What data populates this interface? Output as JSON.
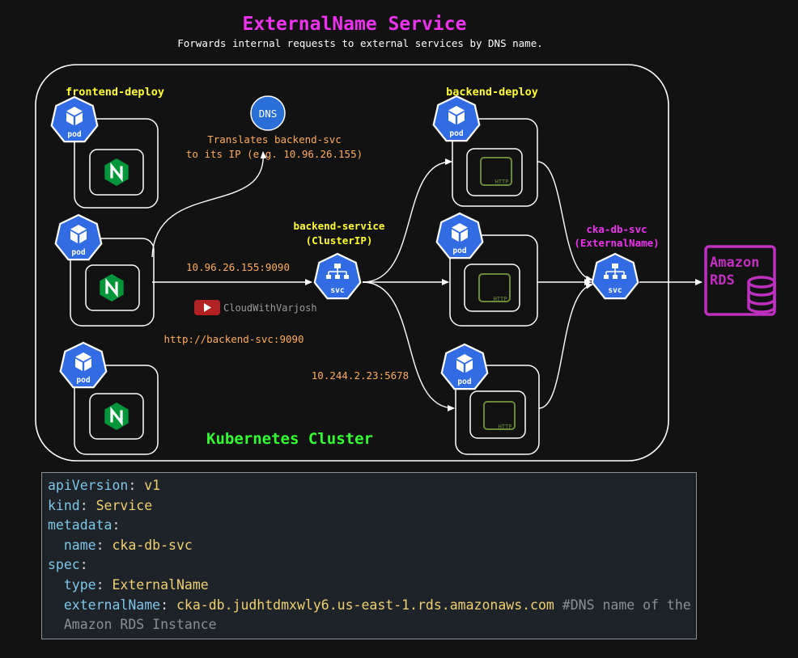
{
  "title": "ExternalName Service",
  "subtitle": "Forwards internal requests to external services by DNS name.",
  "cluster_label": "Kubernetes Cluster",
  "frontend_label": "frontend-deploy",
  "backend_label": "backend-deploy",
  "pod_label": "pod",
  "svc_label": "svc",
  "dns": {
    "icon_text": "DNS",
    "note_line1": "Translates backend-svc",
    "note_line2": "to its IP (e.g. 10.96.26.155)"
  },
  "backend_service": {
    "line1": "backend-service",
    "line2": "(ClusterIP)"
  },
  "db_service": {
    "line1": "cka-db-svc",
    "line2": "(ExternalName)"
  },
  "edge_labels": {
    "cluster_ip": "10.96.26.155:9090",
    "http_url": "http://backend-svc:9090",
    "pod_ip": "10.244.2.23:5678"
  },
  "watermark": "CloudWithVarjosh",
  "http_badge": "HTTP",
  "rds": {
    "line1": "Amazon",
    "line2": "RDS"
  },
  "colors": {
    "title": "#ee33ee",
    "yellow": "#ffff33",
    "green": "#33ff33",
    "orange": "#ffad5c",
    "k8s_blue": "#326ce5",
    "magenta": "#c030c0",
    "nginx_green": "#009639",
    "http_green": "#6a8a3a"
  },
  "code": {
    "lines": [
      {
        "key": "apiVersion",
        "value": "v1",
        "indent": ""
      },
      {
        "key": "kind",
        "value": "Service",
        "indent": ""
      },
      {
        "key": "metadata",
        "value": "",
        "indent": ""
      },
      {
        "key": "name",
        "value": "cka-db-svc",
        "indent": "  "
      },
      {
        "key": "spec",
        "value": "",
        "indent": ""
      },
      {
        "key": "type",
        "value": "ExternalName",
        "indent": "  "
      },
      {
        "key": "externalName",
        "value": "cka-db.judhtdmxwly6.us-east-1.rds.amazonaws.com",
        "indent": "  "
      }
    ],
    "comment_line1": "#DNS name of the",
    "comment_line2": "Amazon RDS Instance"
  }
}
